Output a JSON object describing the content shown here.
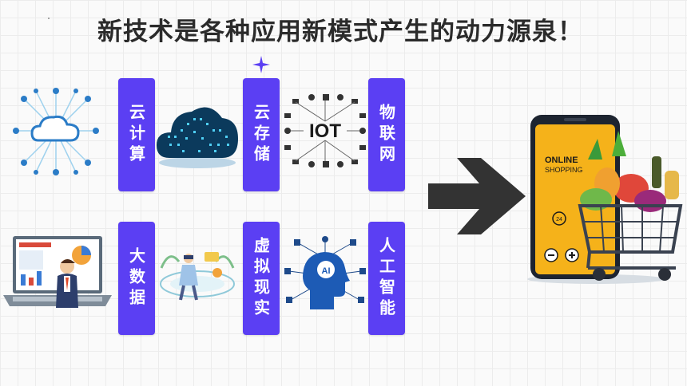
{
  "title": "新技术是各种应用新模式产生的动力源泉！",
  "tiles": {
    "cloud_computing": "云计算",
    "cloud_storage": "云存储",
    "iot": "物联网",
    "big_data": "大数据",
    "vr": "虚拟现实",
    "ai": "人工智能"
  },
  "images": {
    "iot_label": "IOT",
    "ai_label": "AI",
    "phone_line1": "ONLINE",
    "phone_line2": "SHOPPING",
    "phone_badge": "24"
  },
  "colors": {
    "tile": "#5b3ff3",
    "arrow": "#333333",
    "phone_screen": "#f5b21a"
  }
}
